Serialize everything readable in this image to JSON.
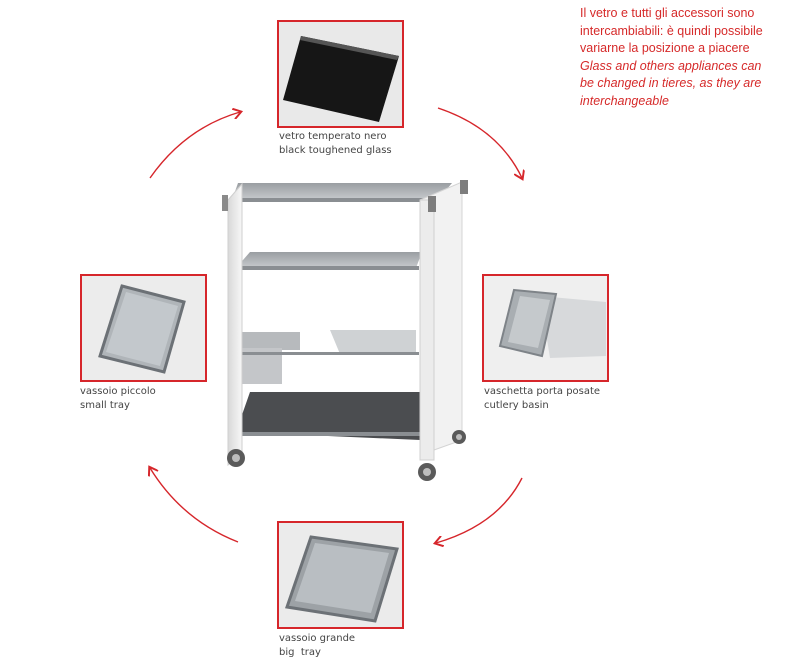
{
  "note": {
    "italian_lines": [
      "Il vetro e tutti gli accessori sono",
      "intercambiabili: è quindi possibile",
      "variarne la posizione a piacere"
    ],
    "english_lines": [
      "Glass and others appliances can",
      "be changed in tieres, as they are",
      "interchangeable"
    ]
  },
  "items": {
    "glass": {
      "it": "vetro temperato nero",
      "en": "black toughened glass"
    },
    "small_tray": {
      "it": "vassoio piccolo",
      "en": "small tray"
    },
    "cutlery": {
      "it": "vaschetta porta posate",
      "en": "cutlery basin"
    },
    "big_tray": {
      "it": "vassoio grande",
      "en": "big  tray"
    }
  },
  "colors": {
    "accent": "#d6262b",
    "frame_bg": "#e9e9e9",
    "text": "#444444"
  }
}
